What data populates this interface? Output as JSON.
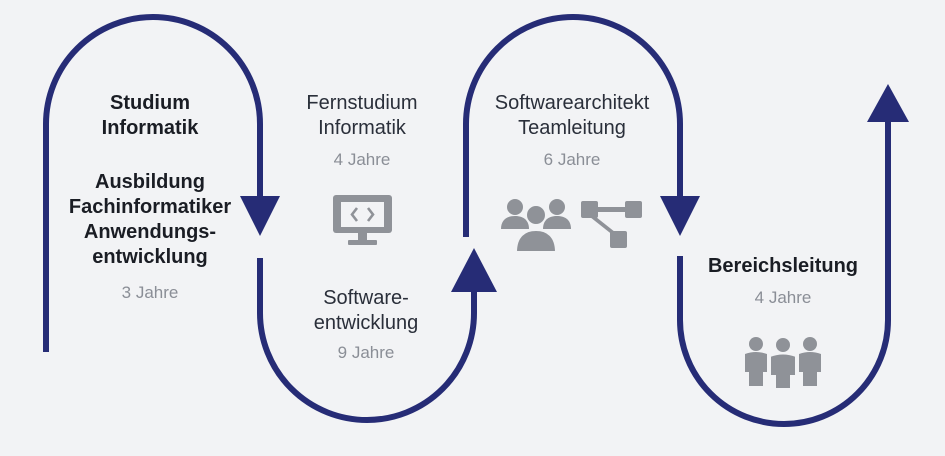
{
  "colors": {
    "path": "#262c76",
    "icon": "#8f9298",
    "background": "#f2f3f5"
  },
  "stages": {
    "studium": {
      "line1": "Studium",
      "line2": "Informatik"
    },
    "ausbildung": {
      "line1": "Ausbildung",
      "line2": "Fachinformatiker",
      "line3": "Anwendungs-",
      "line4": "entwicklung",
      "duration": "3 Jahre"
    },
    "fernstudium": {
      "line1": "Fernstudium",
      "line2": "Informatik",
      "duration": "4 Jahre",
      "icon": "code-monitor-icon"
    },
    "softwareentwicklung": {
      "line1": "Software-",
      "line2": "entwicklung",
      "duration": "9 Jahre"
    },
    "architekt": {
      "line1": "Softwarearchitekt",
      "line2": "Teamleitung",
      "duration": "6 Jahre",
      "icons": [
        "team-icon",
        "hierarchy-icon"
      ]
    },
    "bereichsleitung": {
      "line1": "Bereichsleitung",
      "duration": "4 Jahre",
      "icon": "group-icon"
    }
  }
}
